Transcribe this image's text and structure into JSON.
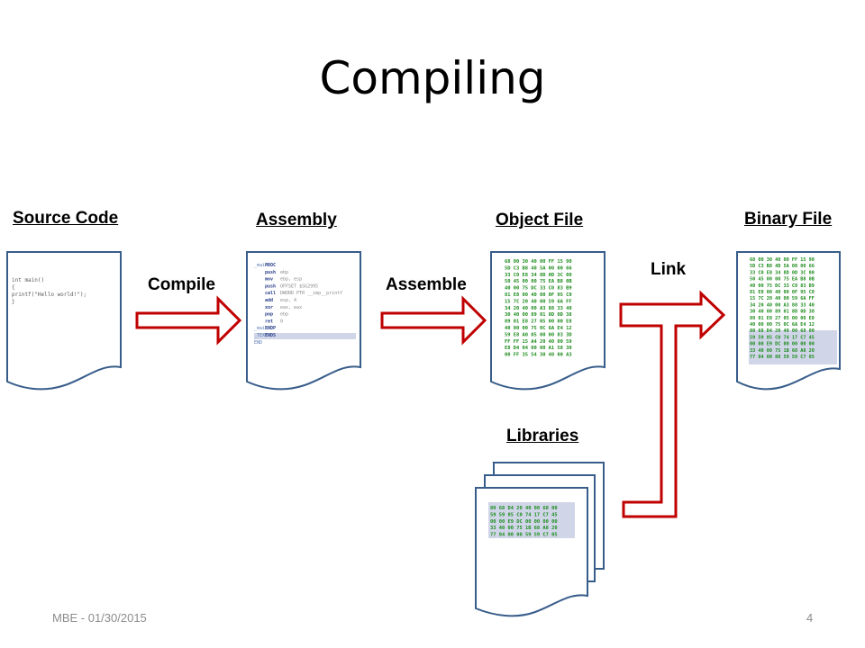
{
  "title": "Compiling",
  "stages": {
    "source": "Source Code",
    "assembly": "Assembly",
    "object": "Object File",
    "binary": "Binary File",
    "libraries": "Libraries"
  },
  "steps": {
    "compile": "Compile",
    "assemble": "Assemble",
    "link": "Link"
  },
  "source_code_lines": [
    "int main()",
    "{",
    "    printf(\"Hello world!\");",
    "}"
  ],
  "assembly_lines": [
    {
      "label": "_main",
      "op": "PROC",
      "args": ""
    },
    {
      "label": "",
      "op": "push",
      "args": "ebp"
    },
    {
      "label": "",
      "op": "mov",
      "args": "ebp, esp"
    },
    {
      "label": "",
      "op": "push",
      "args": "OFFSET $SG2995"
    },
    {
      "label": "",
      "op": "call",
      "args": "DWORD PTR __imp__printf"
    },
    {
      "label": "",
      "op": "add",
      "args": "esp, 4"
    },
    {
      "label": "",
      "op": "xor",
      "args": "eax, eax"
    },
    {
      "label": "",
      "op": "pop",
      "args": "ebp"
    },
    {
      "label": "",
      "op": "ret",
      "args": "0"
    },
    {
      "label": "_main",
      "op": "ENDP",
      "args": ""
    },
    {
      "label": "_TEXT",
      "op": "ENDS",
      "args": ""
    },
    {
      "label": "END",
      "op": "",
      "args": ""
    }
  ],
  "object_hex_lines": [
    "68 00 30 40 00 FF 15 90",
    "5D C3 B8 40 5A 00 00 66",
    "33 C0 E8 34 8D 0D 3C 00",
    "50 45 00 00 75 EA B8 0B",
    "40 00 75 DC 33 C0 83 B9",
    "81 E8 00 40 00 0F 95 C0",
    "15 7C 20 40 00 59 6A FF",
    "34 20 40 00 A3 88 33 40",
    "30 40 00 89 01 8D 0D 38",
    "89 01 E8 27 05 00 00 E8",
    "40 00 00 75 0C 6A E4 12",
    "59 E8 A0 05 00 00 83 3D",
    "FF FF 15 A4 20 40 00 59",
    "E8 D4 04 00 00 A1 58 30",
    "00 FF 35 54 30 40 00 A3"
  ],
  "binary_hex_lines": [
    "68 00 30 40 00 FF 15 90",
    "5D C3 B8 4D 5A 00 00 66",
    "33 C0 E8 34 8D 0D 3C 00",
    "50 45 00 00 75 EA B8 0B",
    "40 00 75 DC 33 C0 83 B9",
    "81 E8 00 40 00 0F 95 C0",
    "15 7C 20 40 00 59 6A FF",
    "34 20 40 00 A3 88 33 40",
    "30 40 00 89 01 8D 0D 38",
    "89 01 E8 27 05 00 00 E8",
    "40 00 00 75 0C 6A E4 12",
    "80 68 D4 20 40 00 68 00",
    "59 59 85 C0 74 17 C7 45",
    "00 00 E9 DC 00 00 00 00",
    "33 40 00 75 1B 68 A8 20",
    "77 04 00 00 59 59 C7 05"
  ],
  "library_hex_lines": [
    "80 68 D4 20 40 00 68 00",
    "59 59 85 C0 74 17 C7 45",
    "00 00 E9 DC 00 00 00 00",
    "33 40 00 75 1B 68 A8 20",
    "77 04 00 00 59 59 C7 05"
  ],
  "footer": {
    "left": "MBE - 01/30/2015",
    "page": "4"
  },
  "colors": {
    "document_border": "#385d8a",
    "arrow_red": "#c00000",
    "hex_green": "#1a8a1a",
    "highlight": "#d0d6e8"
  }
}
